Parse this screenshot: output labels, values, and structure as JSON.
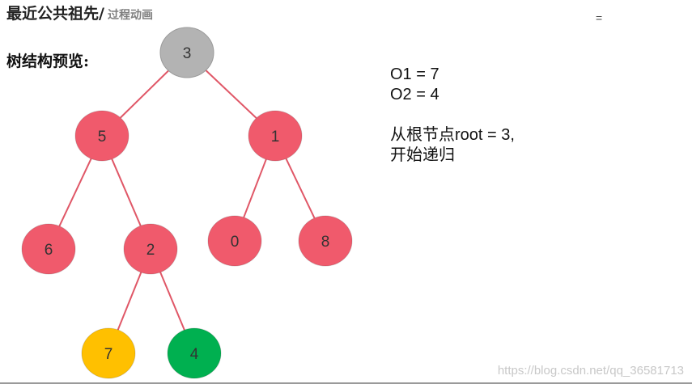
{
  "header": {
    "title": "最近公共祖先/",
    "subtitle": "过程动画"
  },
  "preview_label": "树结构预览:",
  "corner_glyph": "=",
  "info": {
    "o1": "O1 = 7",
    "o2": "O2 = 4",
    "line1": "从根节点root = 3,",
    "line2": "开始递归"
  },
  "colors": {
    "gray_node": "#b3b3b3",
    "red_node": "#f05a6c",
    "yellow_node": "#ffc000",
    "green_node": "#00b050",
    "edge": "#e05767"
  },
  "tree": {
    "nodes": [
      {
        "id": "n3",
        "label": "3",
        "state": "gray"
      },
      {
        "id": "n5",
        "label": "5",
        "state": "red"
      },
      {
        "id": "n1",
        "label": "1",
        "state": "red"
      },
      {
        "id": "n6",
        "label": "6",
        "state": "red"
      },
      {
        "id": "n2",
        "label": "2",
        "state": "red"
      },
      {
        "id": "n0",
        "label": "0",
        "state": "red"
      },
      {
        "id": "n8",
        "label": "8",
        "state": "red"
      },
      {
        "id": "n7",
        "label": "7",
        "state": "yellow"
      },
      {
        "id": "n4",
        "label": "4",
        "state": "green"
      }
    ],
    "edges": [
      [
        "n3",
        "n5"
      ],
      [
        "n3",
        "n1"
      ],
      [
        "n5",
        "n6"
      ],
      [
        "n5",
        "n2"
      ],
      [
        "n1",
        "n0"
      ],
      [
        "n1",
        "n8"
      ],
      [
        "n2",
        "n7"
      ],
      [
        "n2",
        "n4"
      ]
    ]
  },
  "watermark": "https://blog.csdn.net/qq_36581713"
}
